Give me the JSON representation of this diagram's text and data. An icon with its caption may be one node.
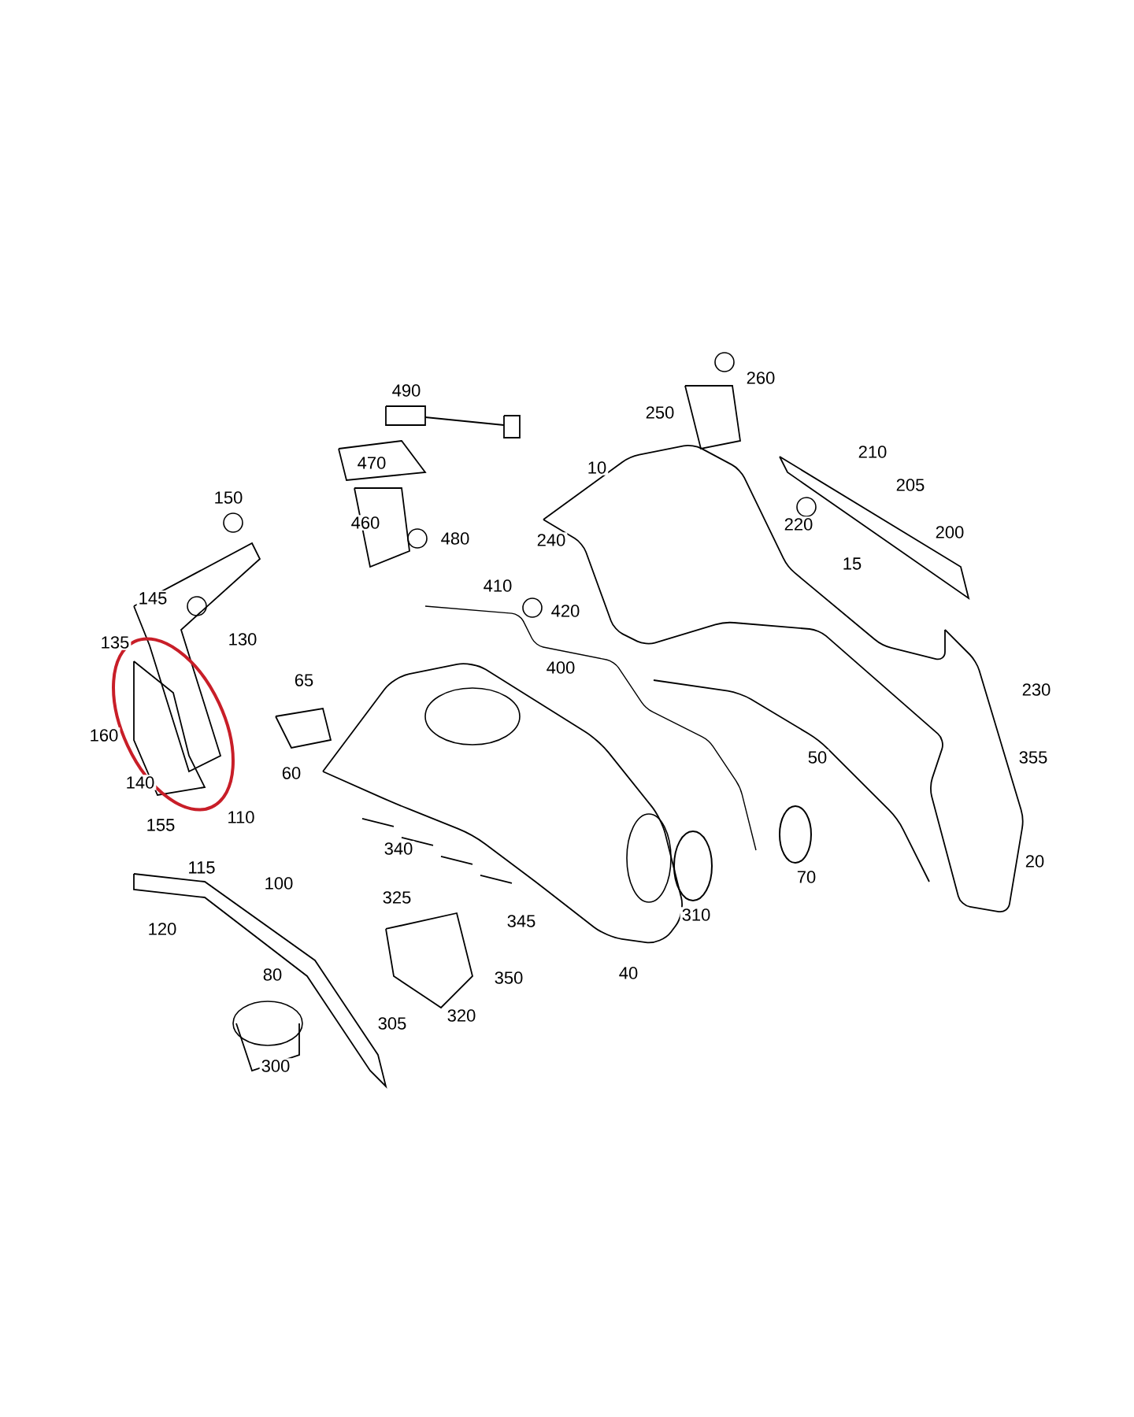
{
  "diagram": {
    "labels": [
      "260",
      "490",
      "250",
      "210",
      "470",
      "10",
      "205",
      "150",
      "220",
      "460",
      "480",
      "240",
      "200",
      "15",
      "410",
      "145",
      "420",
      "130",
      "135",
      "400",
      "65",
      "230",
      "160",
      "50",
      "355",
      "60",
      "140",
      "110",
      "155",
      "340",
      "20",
      "115",
      "70",
      "100",
      "325",
      "310",
      "345",
      "120",
      "40",
      "80",
      "350",
      "320",
      "305",
      "300"
    ]
  }
}
